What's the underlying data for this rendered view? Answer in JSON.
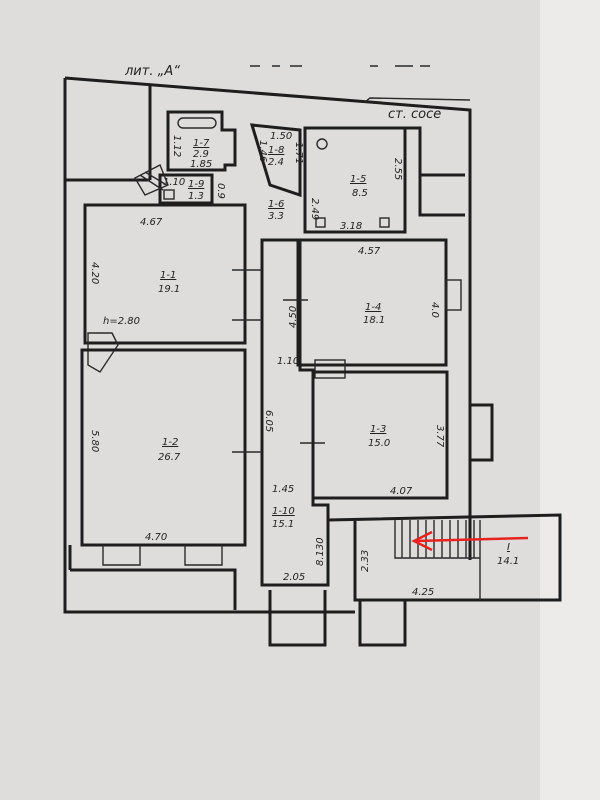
{
  "header": {
    "building_label": "лит. „А“",
    "neighbor_wall": "ст. сосе"
  },
  "rooms": [
    {
      "id": "1-1",
      "area": "19.1"
    },
    {
      "id": "1-2",
      "area": "26.7"
    },
    {
      "id": "1-3",
      "area": "15.0"
    },
    {
      "id": "1-4",
      "area": "18.1"
    },
    {
      "id": "1-5",
      "area": "8.5"
    },
    {
      "id": "1-6",
      "area": "3.3"
    },
    {
      "id": "1-7",
      "area": "2.9"
    },
    {
      "id": "1-8",
      "area": "2.4"
    },
    {
      "id": "1-9",
      "area": "1.3"
    },
    {
      "id": "1-10",
      "area": "15.1"
    },
    {
      "id": "I",
      "area": "14.1"
    }
  ],
  "dimensions": {
    "r11_width": "4.67",
    "r11_height": "4.20",
    "ceiling": "h=2.80",
    "r12_height": "5.80",
    "r12_width": "4.70",
    "r14_width": "4.57",
    "r14_height": "4.0",
    "r14_side": "4.50",
    "r13_height": "3.77",
    "r13_width": "4.07",
    "r15_width": "3.18",
    "r15_height": "2.55",
    "r16_height": "2.49",
    "r17_width": "1.85",
    "r17_side": "1.12",
    "r18_width": "1.50",
    "r18_side": "1.46",
    "r18_side2": "1.71",
    "r19_width": "1.10",
    "r19_side": "0.9",
    "corr_width": "1.10",
    "corr_height": "6.05",
    "corr_lower": "1.45",
    "r110_width": "2.05",
    "r110_height": "8.130",
    "rI_height": "2.33",
    "rI_width": "4.25"
  },
  "colors": {
    "arrow": "#e8231f",
    "ink": "#1e1e1e"
  }
}
